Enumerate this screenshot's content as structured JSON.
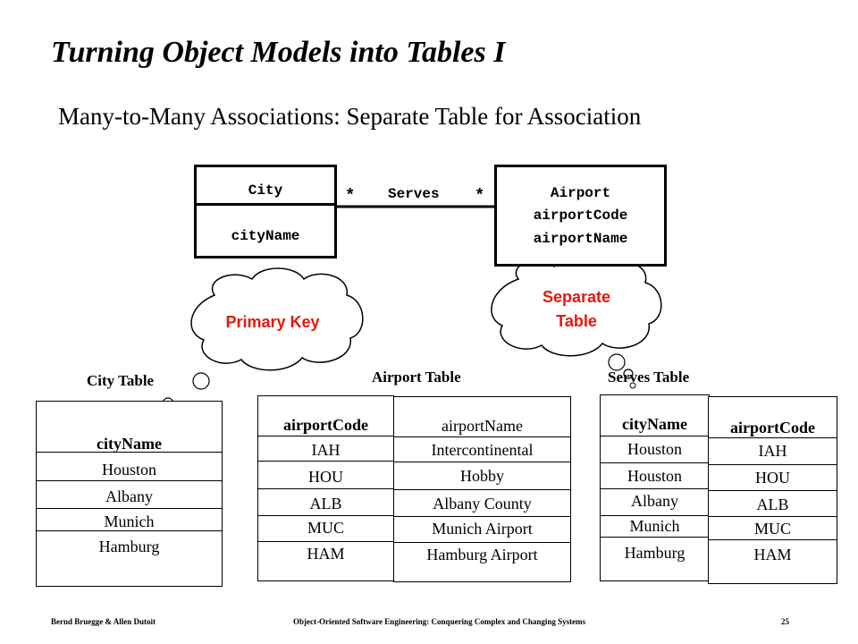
{
  "slide": {
    "title": "Turning Object Models into Tables I",
    "subtitle": "Many-to-Many Associations: Separate Table for Association"
  },
  "uml": {
    "city_class": {
      "name": "City",
      "attribute": "cityName"
    },
    "airport_class": {
      "name": "Airport",
      "attributes": [
        "airportCode",
        "airportName"
      ]
    },
    "association": {
      "name": "Serves",
      "left_multiplicity": "*",
      "right_multiplicity": "*"
    }
  },
  "callouts": {
    "primary_key": "Primary Key",
    "separate_table_line1": "Separate",
    "separate_table_line2": "Table"
  },
  "tables": {
    "city": {
      "title": "City Table",
      "header": "cityName",
      "rows": [
        "Houston",
        "Albany",
        "Munich",
        "Hamburg"
      ]
    },
    "airport": {
      "title": "Airport Table",
      "headers": [
        "airportCode",
        "airportName"
      ],
      "codes": [
        "IAH",
        "HOU",
        "ALB",
        "MUC",
        "HAM"
      ],
      "names": [
        "Intercontinental",
        "Hobby",
        "Albany County",
        "Munich Airport",
        "Hamburg Airport"
      ]
    },
    "serves": {
      "title": "Serves Table",
      "headers": [
        "cityName",
        "airportCode"
      ],
      "cities": [
        "Houston",
        "Houston",
        "Albany",
        "Munich",
        "Hamburg"
      ],
      "codes": [
        "IAH",
        "HOU",
        "ALB",
        "MUC",
        "HAM"
      ]
    }
  },
  "footer": {
    "authors": "Bernd Bruegge & Allen Dutoit",
    "book": "Object-Oriented Software Engineering: Conquering Complex and Changing Systems",
    "page": "25"
  },
  "colors": {
    "callout_text": "#e8160c",
    "ink": "#000000"
  }
}
